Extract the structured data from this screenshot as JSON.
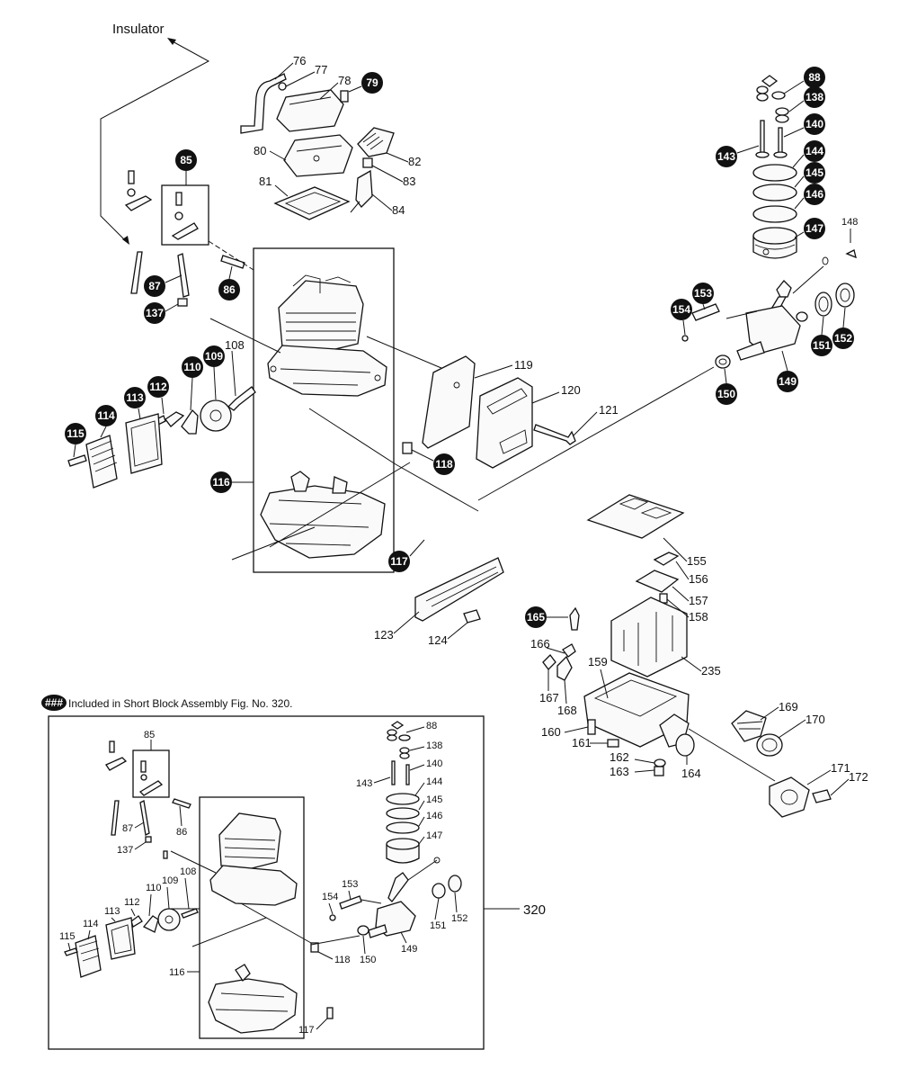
{
  "diagram": {
    "insulator_label": "Insulator",
    "legend": {
      "badge": "###",
      "text": "Included in Short Block Assembly Fig. No. 320."
    },
    "assembly_number": "320",
    "upper_callouts": [
      "76",
      "77",
      "78",
      "80",
      "82",
      "83",
      "81",
      "84",
      "119",
      "120",
      "121",
      "108",
      "155",
      "156",
      "157",
      "158",
      "166",
      "159",
      "167",
      "168",
      "160",
      "161",
      "162",
      "163",
      "164",
      "169",
      "170",
      "171",
      "172",
      "123",
      "124",
      "235",
      "148"
    ],
    "highlighted_parts": [
      "79",
      "85",
      "86",
      "87",
      "137",
      "110",
      "109",
      "112",
      "113",
      "114",
      "115",
      "116",
      "117",
      "118",
      "88",
      "138",
      "140",
      "143",
      "144",
      "145",
      "146",
      "147",
      "153",
      "154",
      "151",
      "152",
      "149",
      "150",
      "165"
    ],
    "lower_callouts": [
      "85",
      "88",
      "138",
      "140",
      "143",
      "144",
      "145",
      "146",
      "147",
      "87",
      "86",
      "137",
      "108",
      "109",
      "110",
      "112",
      "113",
      "114",
      "115",
      "116",
      "117",
      "118",
      "150",
      "151",
      "152",
      "153",
      "154",
      "149"
    ]
  }
}
